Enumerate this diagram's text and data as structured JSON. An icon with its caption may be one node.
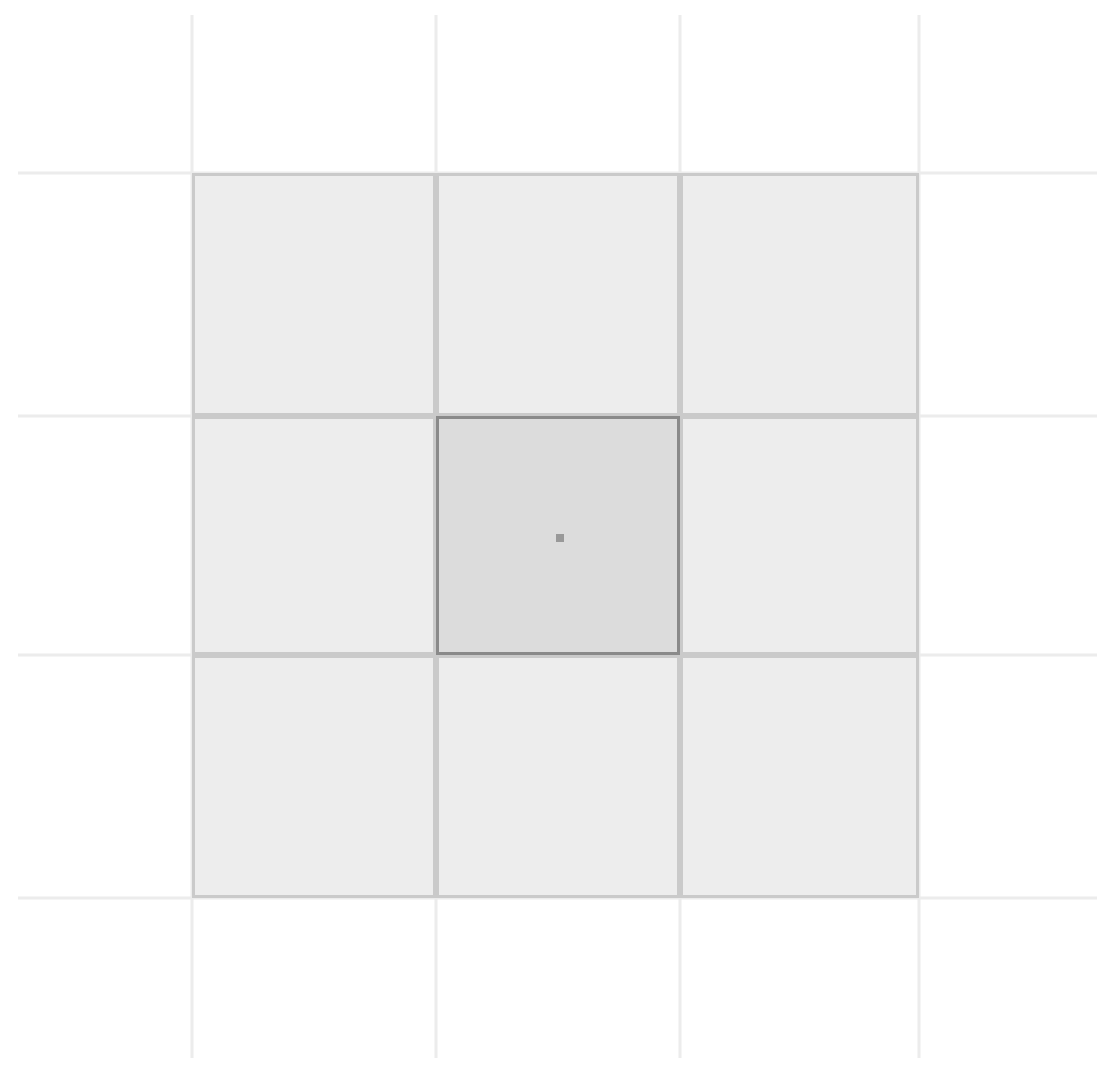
{
  "diagram": {
    "nodes": [
      {
        "text": [],
        "shape": "box"
      },
      {
        "text": [],
        "shape": "box"
      },
      {
        "text": [],
        "shape": "box"
      },
      {
        "text": [],
        "shape": "box"
      },
      {
        "text": [],
        "shape": "box"
      },
      {
        "text": [],
        "shape": "box"
      },
      {
        "text": [],
        "shape": "box"
      },
      {
        "text": [],
        "shape": "box"
      },
      {
        "text": [],
        "shape": "box"
      }
    ]
  }
}
